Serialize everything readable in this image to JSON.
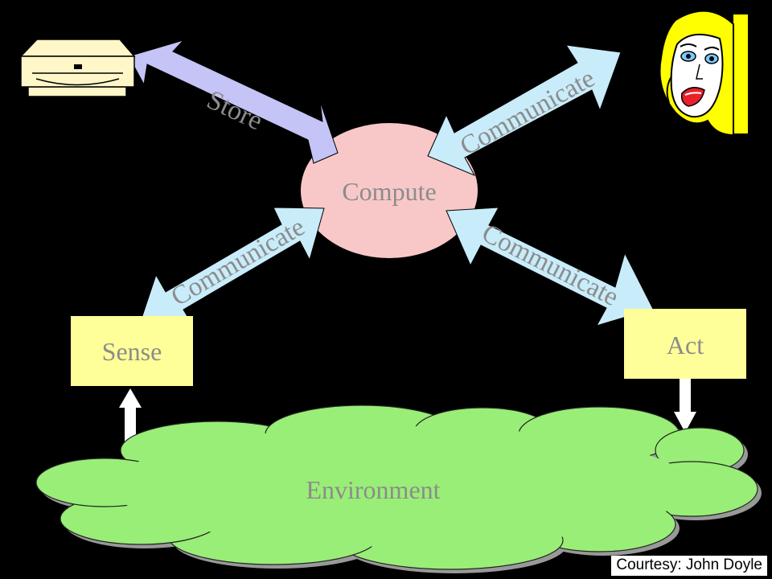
{
  "nodes": {
    "compute": "Compute",
    "sense": "Sense",
    "act": "Act",
    "environment": "Environment"
  },
  "arrows": {
    "store": "Store",
    "communicate_human": "Communicate",
    "communicate_sense": "Communicate",
    "communicate_act": "Communicate"
  },
  "credit": "Courtesy: John Doyle",
  "colors": {
    "background": "#000000",
    "compute_fill": "#f8c8c8",
    "box_fill": "#ffff99",
    "environment_fill": "#99ee77",
    "store_arrow": "#c4c4f6",
    "communicate_arrow": "#c8ecfa",
    "label_text": "#8c8c8c"
  },
  "icons": [
    "disk-drive-icon",
    "woman-face-icon"
  ]
}
